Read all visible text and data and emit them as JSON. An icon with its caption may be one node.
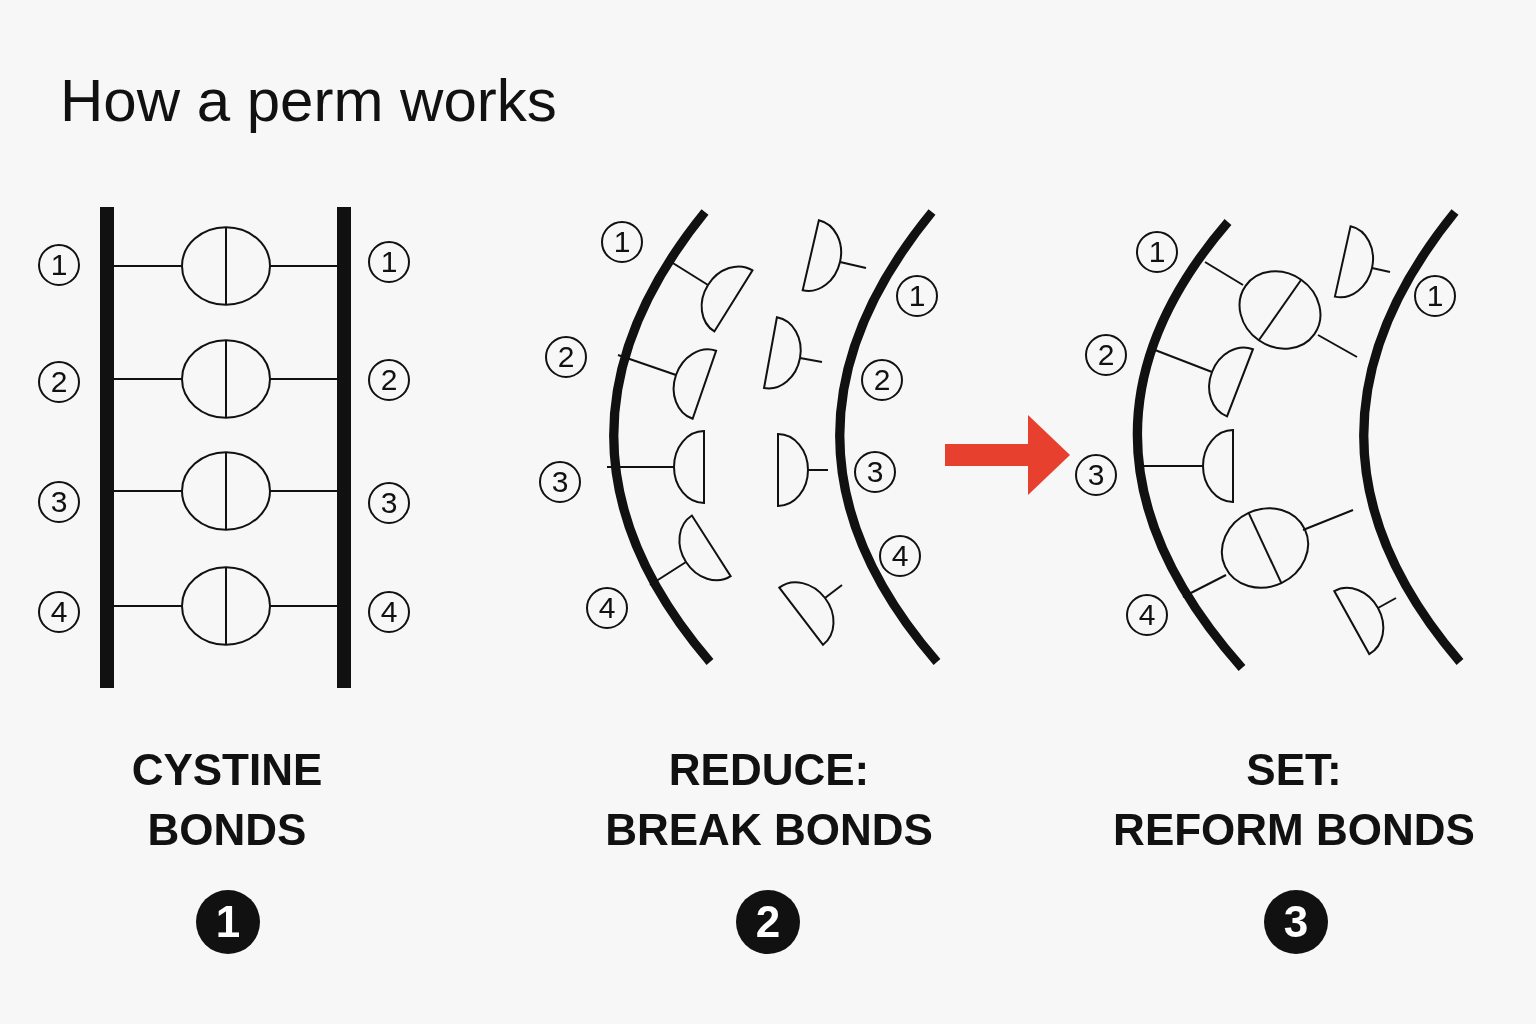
{
  "diagram": {
    "title": "How a perm works",
    "nodes": [
      {
        "text": [],
        "shape": "picture"
      },
      {
        "text": [],
        "shape": "picture"
      },
      {
        "text": [],
        "shape": "picture"
      },
      {
        "text": [
          "1"
        ]
      },
      {
        "text": [
          "2"
        ]
      },
      {
        "text": [
          "3"
        ]
      }
    ],
    "edges": [
      {
        "from": 1,
        "to": 2,
        "arrow": "to",
        "color": "#e8402f"
      }
    ],
    "labels": [
      "1",
      "2",
      "3",
      "4",
      "1",
      "2",
      "3",
      "4",
      "1",
      "2",
      "3",
      "4",
      "1",
      "2",
      "3",
      "4",
      "1",
      "2",
      "3",
      "4",
      "1",
      "CYSTINE BONDS",
      "REDUCE:",
      "BREAK BONDS",
      "SET:",
      "REFORM BONDS"
    ]
  }
}
